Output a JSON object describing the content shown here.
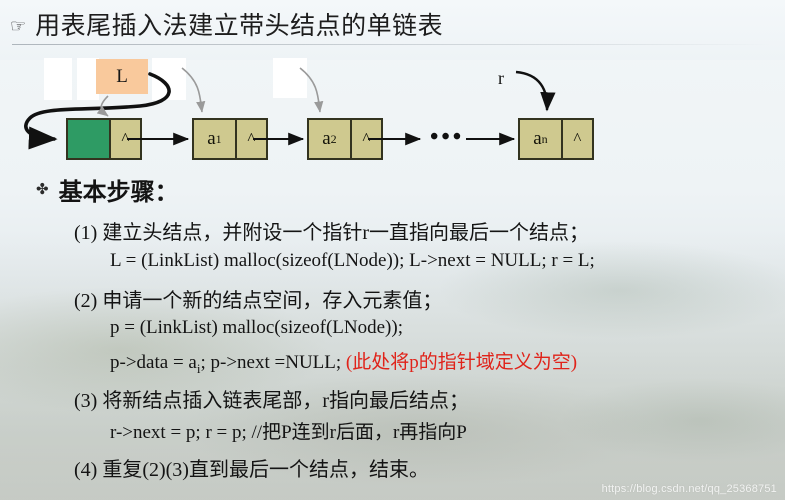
{
  "slide": {
    "title": "用表尾插入法建立带头结点的单链表",
    "title_bullet_icon": "pointing-hand-icon",
    "title_bullet_glyph": "☞",
    "watermark": "https://blog.csdn.net/qq_25368751"
  },
  "diagram": {
    "pointer_label_L": "L",
    "pointer_label_r": "r",
    "ellipsis": "•••",
    "null_symbol": "^",
    "nodes": [
      {
        "name": "head-node",
        "data": "",
        "ptr": "^",
        "data_color": "#2e9b64"
      },
      {
        "name": "node-a1",
        "data": "a",
        "sub": "1",
        "ptr": "^",
        "data_color": "#cfc98f"
      },
      {
        "name": "node-a2",
        "data": "a",
        "sub": "2",
        "ptr": "^",
        "data_color": "#cfc98f"
      },
      {
        "name": "node-an",
        "data": "a",
        "sub": "n",
        "ptr": "^",
        "data_color": "#cfc98f"
      }
    ]
  },
  "body": {
    "heading": "基本步骤：",
    "heading_bullet_icon": "flower-bullet-icon",
    "heading_bullet_glyph": "✤",
    "steps": [
      {
        "label": "(1)",
        "text": "建立头结点，并附设一个指针r一直指向最后一个结点；",
        "code": "L = (LinkList) malloc(sizeof(LNode)); L->next = NULL; r = L;"
      },
      {
        "label": "(2)",
        "text": "申请一个新的结点空间，存入元素值；",
        "code": "p = (LinkList) malloc(sizeof(LNode));",
        "code2_prefix": "p->data = a",
        "code2_sub": "i",
        "code2_mid": "; p->next =NULL; ",
        "code2_note": "(此处将p的指针域定义为空)"
      },
      {
        "label": "(3)",
        "text": "将新结点插入链表尾部，r指向最后结点；",
        "code": "r->next = p; r = p; //把P连到r后面，r再指向P"
      },
      {
        "label": "(4)",
        "text": "重复(2)(3)直到最后一个结点，结束。"
      }
    ]
  },
  "colors": {
    "node_fill": "#cfc98f",
    "head_data_fill": "#2e9b64",
    "label_box_fill": "#f9c99c",
    "note_red": "#e0231a",
    "node_border": "#33331f"
  }
}
